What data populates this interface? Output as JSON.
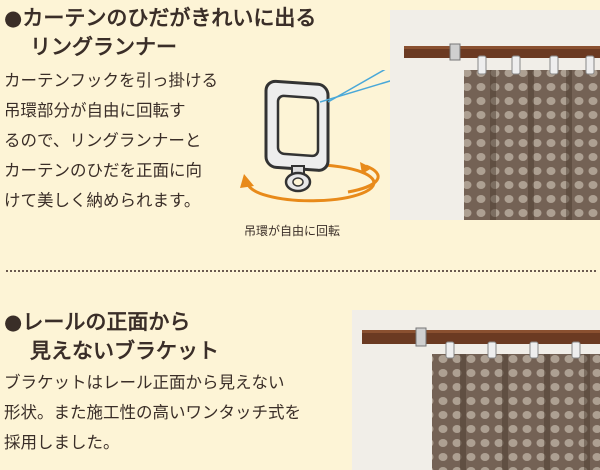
{
  "section1": {
    "heading_line1": "●カーテンのひだがきれいに出る",
    "heading_line2": "リングランナー",
    "body_lines": [
      "カーテンフックを引っ掛ける",
      "吊環部分が自由に回転す",
      "るので、リングランナーと",
      "カーテンのひだを正面に向",
      "けて美しく納められます。"
    ],
    "caption": "吊環が自由に回転",
    "diagram_icon": "ring-runner-rotation-icon"
  },
  "section2": {
    "heading_line1": "●レールの正面から",
    "heading_line2": "見えないブラケット",
    "body_lines": [
      "ブラケットはレール正面から見えない",
      "形状。また施工性の高いワンタッチ式を",
      "採用しました。"
    ]
  },
  "colors": {
    "background": "#fdf4d6",
    "text": "#3a2e28",
    "rail_wood": "#6b3a22",
    "curtain": "#8a7868",
    "arrow_orange": "#e88a1a",
    "leader_line": "#4aa8d8"
  }
}
